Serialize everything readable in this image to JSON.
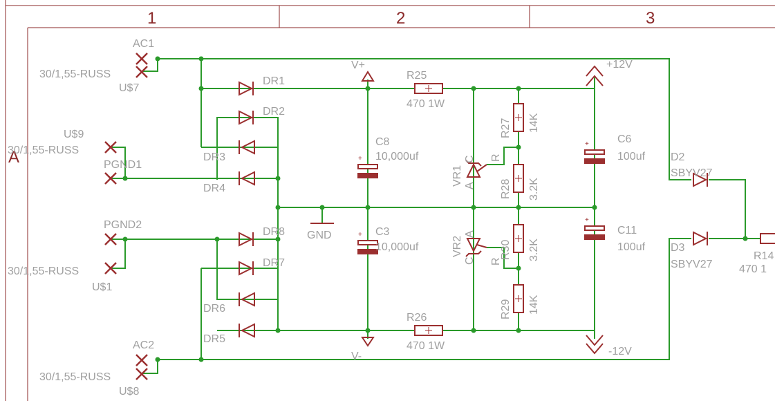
{
  "frame": {
    "columns": [
      "1",
      "2",
      "3"
    ],
    "row": "A"
  },
  "labels": {
    "ac1": "AC1",
    "ac1_part": "30/1,55-RUSS",
    "ac1_ref": "U$7",
    "pgnd1_part": "30/1,55-RUSS",
    "pgnd1_ref": "U$9",
    "pgnd1": "PGND1",
    "pgnd2": "PGND2",
    "pgnd2_part": "30/1,55-RUSS",
    "pgnd2_ref": "U$1",
    "ac2": "AC2",
    "ac2_part": "30/1,55-RUSS",
    "ac2_ref": "U$8",
    "dr1": "DR1",
    "dr2": "DR2",
    "dr3": "DR3",
    "dr4": "DR4",
    "dr5": "DR5",
    "dr6": "DR6",
    "dr7": "DR7",
    "dr8": "DR8",
    "vplus": "V+",
    "vminus": "V-",
    "gnd": "GND",
    "r25": "R25",
    "r25_val": "470 1W",
    "r26": "R26",
    "r26_val": "470 1W",
    "c8": "C8",
    "c8_val": "10,000uf",
    "c3": "C3",
    "c3_val": "10,000uf",
    "vr1": "VR1",
    "vr1_a": "A",
    "vr1_c": "C",
    "vr1_r": "R",
    "vr2": "VR2",
    "vr2_a": "A",
    "vr2_c": "C",
    "vr2_r": "R",
    "r27": "R27",
    "r27_val": "14K",
    "r28": "R28",
    "r28_val": "3.2K",
    "r30": "R30",
    "r30_val": "3.2K",
    "r29": "R29",
    "r29_val": "14K",
    "c6": "C6",
    "c6_val": "100uf",
    "c11": "C11",
    "c11_val": "100uf",
    "p12": "+12V",
    "m12": "-12V",
    "d2": "D2",
    "d2_val": "SBYV27",
    "d3": "D3",
    "d3_val": "SBYV27",
    "r14": "R14",
    "r14_val": "470 1"
  },
  "colors": {
    "frame": "#8b2a2a",
    "wire": "#2a9a2a",
    "part": "#9b2f2f",
    "text": "#a0a0a0"
  }
}
